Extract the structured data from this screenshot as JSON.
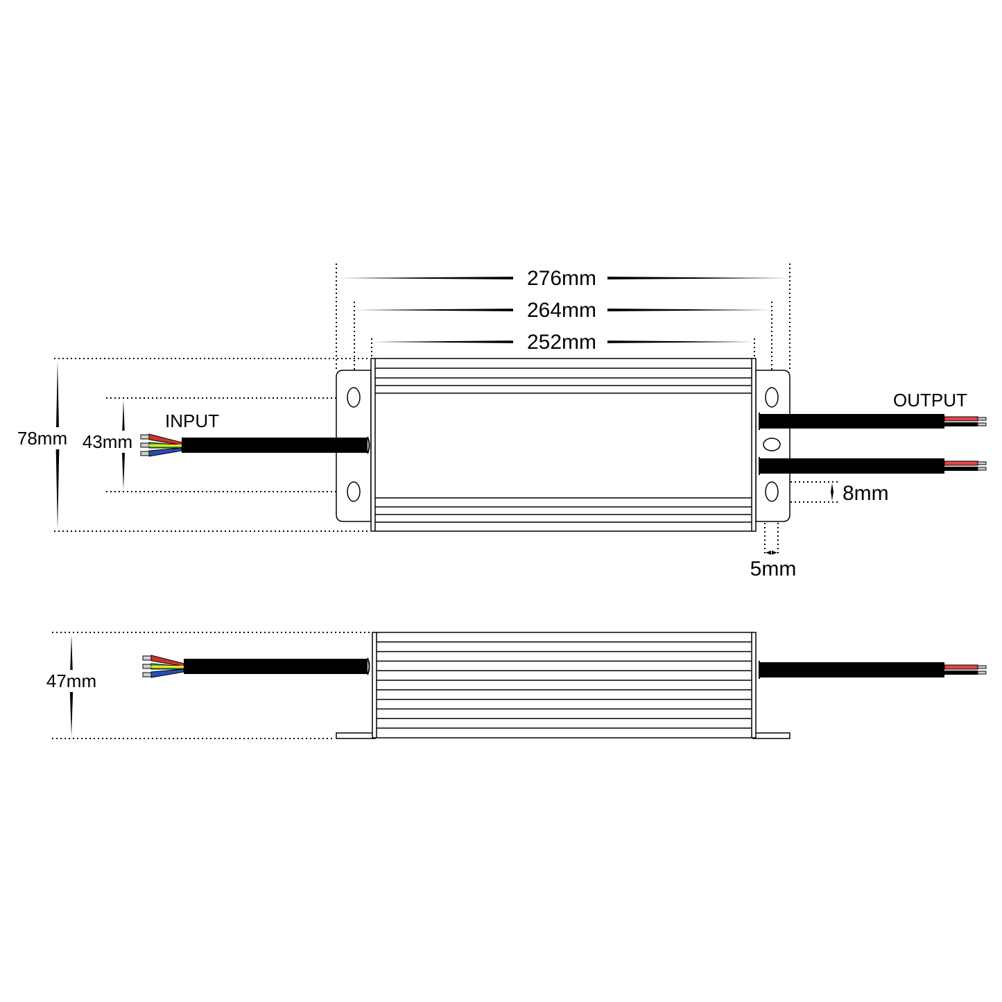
{
  "labels": {
    "length_overall": "276mm",
    "length_mounting": "264mm",
    "length_body": "252mm",
    "width_overall": "78mm",
    "width_mounting": "43mm",
    "height": "47mm",
    "slot_length": "8mm",
    "slot_width": "5mm",
    "input": "INPUT",
    "output": "OUTPUT"
  },
  "colors": {
    "cable": "#000000",
    "wire_live": "#c8372d",
    "wire_earth_green": "#3aa83a",
    "wire_earth_yellow": "#f2e21a",
    "wire_neutral": "#2a4cb0",
    "wire_output_positive": "#e0454a",
    "pin": "#d0d0d0"
  }
}
